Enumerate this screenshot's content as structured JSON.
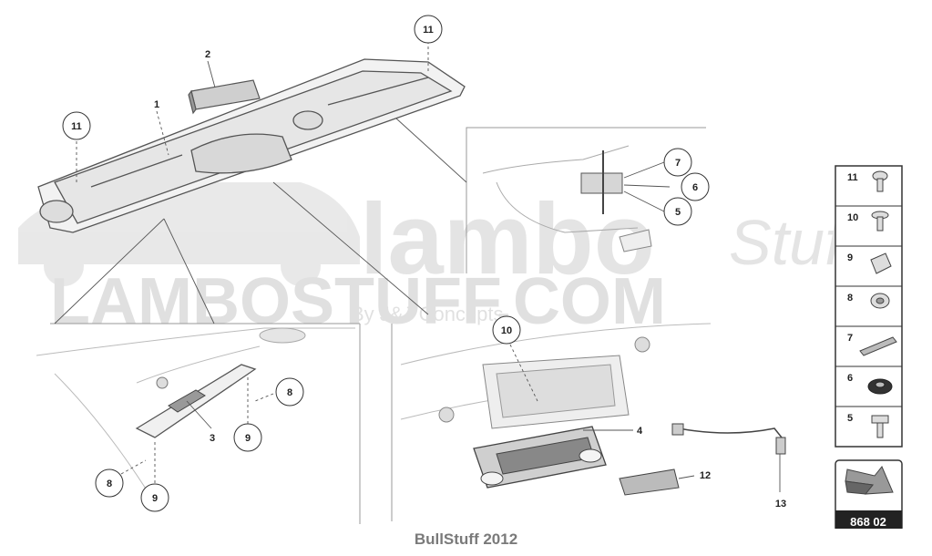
{
  "watermark": {
    "logo_text": "lambo",
    "logo_script": "Stuff",
    "site": "LAMBOSTUFF.COM",
    "byline": "By J&J Concepts"
  },
  "callouts": {
    "c1": "1",
    "c2": "2",
    "c3": "3",
    "c4": "4",
    "c5": "5",
    "c6": "6",
    "c7": "7",
    "c8a": "8",
    "c8b": "8",
    "c9a": "9",
    "c9b": "9",
    "c10": "10",
    "c11a": "11",
    "c11b": "11",
    "c12": "12",
    "c13": "13"
  },
  "legend": [
    {
      "number": "11",
      "part": "screw-icon"
    },
    {
      "number": "10",
      "part": "torx-screw-icon"
    },
    {
      "number": "9",
      "part": "clip-icon"
    },
    {
      "number": "8",
      "part": "nut-icon"
    },
    {
      "number": "7",
      "part": "rivet-icon"
    },
    {
      "number": "6",
      "part": "washer-icon"
    },
    {
      "number": "5",
      "part": "bolt-icon"
    }
  ],
  "page_code": "868 02",
  "footer": "BullStuff 2012"
}
